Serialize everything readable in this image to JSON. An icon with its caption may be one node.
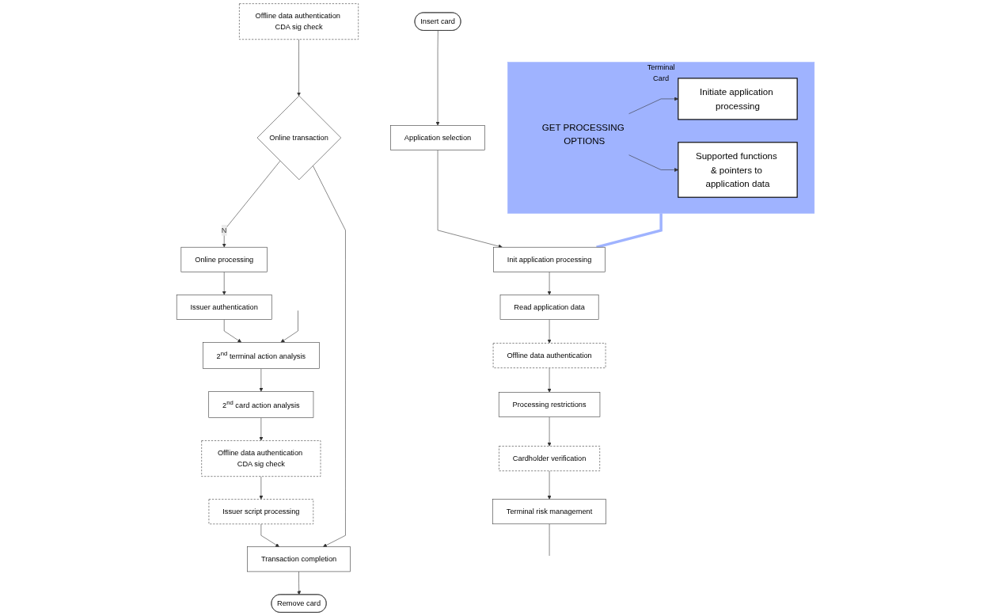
{
  "diagram": {
    "nodes": [
      {
        "text": [
          "Insert card"
        ]
      },
      {
        "text": [
          "Application selection"
        ]
      },
      {
        "text": [
          "Init application processing"
        ]
      },
      {
        "text": [
          "Read application data"
        ]
      },
      {
        "text": [
          "Offline data authentication"
        ]
      },
      {
        "text": [
          "Processing restrictions"
        ]
      },
      {
        "text": [
          "Cardholder verification"
        ]
      },
      {
        "text": [
          "Terminal risk management"
        ]
      },
      {
        "text": [
          "Offline data authentication CDA sig check"
        ]
      },
      {
        "text": [
          "Issuer authentication"
        ]
      },
      {
        "text": [
          "Online processing"
        ]
      },
      {
        "text": [
          "Online transaction"
        ]
      },
      {
        "text": [
          "2$^{nd}$ terminal action analysis"
        ]
      },
      {
        "text": [
          "2$^{nd}$ card action analysis"
        ]
      },
      {
        "text": [
          "Offline data authentication CDA sig check"
        ]
      },
      {
        "text": [
          "Issuer script processing"
        ]
      },
      {
        "text": [
          "Transaction completion"
        ]
      },
      {
        "text": [
          "Remove card"
        ]
      },
      {
        "text": [
          "Terminal",
          "Card"
        ]
      },
      {
        "text": [
          "Initiate application processing"
        ],
        "in": 18
      },
      {
        "text": [
          "GET PROCESSING OPTIONS"
        ],
        "in": 18
      },
      {
        "text": [
          "Supported functions & pointers to application data"
        ],
        "in": 18
      }
    ],
    "edges": [
      {
        "from": 0,
        "to": 1,
        "arrow": "to"
      },
      {
        "from": 1,
        "to": 2,
        "arrow": "to"
      },
      {
        "from": 2,
        "to": 3,
        "arrow": "to"
      },
      {
        "from": 3,
        "to": 4,
        "arrow": "to"
      },
      {
        "from": 4,
        "to": 5,
        "arrow": "to"
      },
      {
        "from": 5,
        "to": 6,
        "arrow": "to"
      },
      {
        "from": 6,
        "to": 7,
        "arrow": "to"
      },
      {
        "from": 7,
        "to": null,
        "arrow": "none"
      },
      {
        "from": 8,
        "to": 11,
        "arrow": "to"
      },
      {
        "from": 11,
        "to": 10,
        "arrow": "to",
        "label": "N"
      },
      {
        "from": 10,
        "to": 9,
        "arrow": "to"
      },
      {
        "from": 9,
        "to": 12,
        "arrow": "to"
      },
      {
        "from": null,
        "to": 12,
        "arrow": "to"
      },
      {
        "from": 12,
        "to": 13,
        "arrow": "to"
      },
      {
        "from": 13,
        "to": 14,
        "arrow": "to"
      },
      {
        "from": 14,
        "to": 15,
        "arrow": "to"
      },
      {
        "from": 15,
        "to": 16,
        "arrow": "to"
      },
      {
        "from": 11,
        "to": 16,
        "arrow": "to"
      },
      {
        "from": 16,
        "to": 17,
        "arrow": "to"
      },
      {
        "from": 20,
        "to": 19,
        "arrow": "to"
      },
      {
        "from": 20,
        "to": 21,
        "arrow": "to"
      },
      {
        "from": 18,
        "to": 2,
        "arrow": "none",
        "style": "thick",
        "color": "#9fb3ff"
      }
    ]
  }
}
